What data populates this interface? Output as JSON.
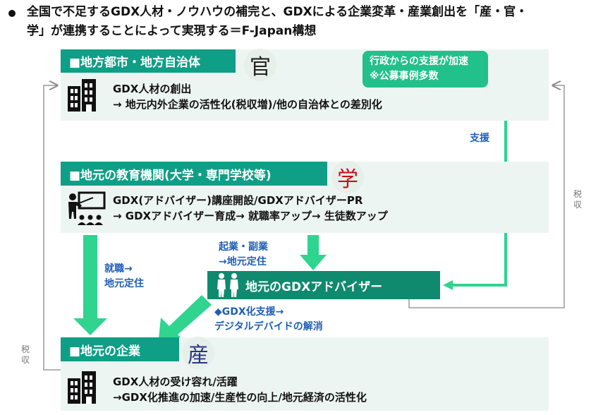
{
  "title": {
    "line1": "全国で不足するGDX人材・ノウハウの補完と、GDXによる企業変革・産業創出を「産・官・",
    "line2": "学」が連携することによって実現する＝F-Japan構想"
  },
  "government": {
    "header": "■地方都市・地方自治体",
    "kanji": "官",
    "line1": "GDX人材の創出",
    "line2": "→ 地元内外企業の活性化(税収増)/他の自治体との差別化"
  },
  "callout": {
    "line1": "行政からの支援が加速",
    "line2": "※公募事例多数"
  },
  "support_label": "支援",
  "tax_right": "税\n収",
  "tax_left": "税\n収",
  "education": {
    "header": "■地元の教育機関(大学・専門学校等)",
    "kanji": "学",
    "line1": "GDX(アドバイザー)講座開設/GDXアドバイザーPR",
    "line2": "→ GDXアドバイザー育成→ 就職率アップ→ 生徒数アップ"
  },
  "employment_label": {
    "line1": "就職→",
    "line2": "地元定住"
  },
  "startup_label": {
    "line1": "起業・副業",
    "line2": "→地元定住"
  },
  "advisor": {
    "label": "地元のGDXアドバイザー"
  },
  "gdx_support_label": {
    "line1": "◆GDX化支援→",
    "line2": "デジタルデバイドの解消"
  },
  "company": {
    "header": "■地元の企業",
    "kanji": "産",
    "line1": "GDX人材の受け容れ/活躍",
    "line2": "→GDX化推進の加速/生産性の向上/地元経済の活性化"
  },
  "colors": {
    "header_teal": "#0f9e86",
    "advisor_teal": "#0f8a6f",
    "callout_green": "#22c08a",
    "arrow_green": "#2fd48f",
    "panel_bg": "#edf5f2",
    "label_blue": "#1f5fb3",
    "kanji_gov": "#222222",
    "kanji_edu": "#c4101f",
    "kanji_ind": "#2b3585"
  },
  "icons": {
    "government": "building-icon",
    "education": "teacher-icon",
    "advisor": "people-silhouette-icon",
    "company": "building-icon"
  }
}
